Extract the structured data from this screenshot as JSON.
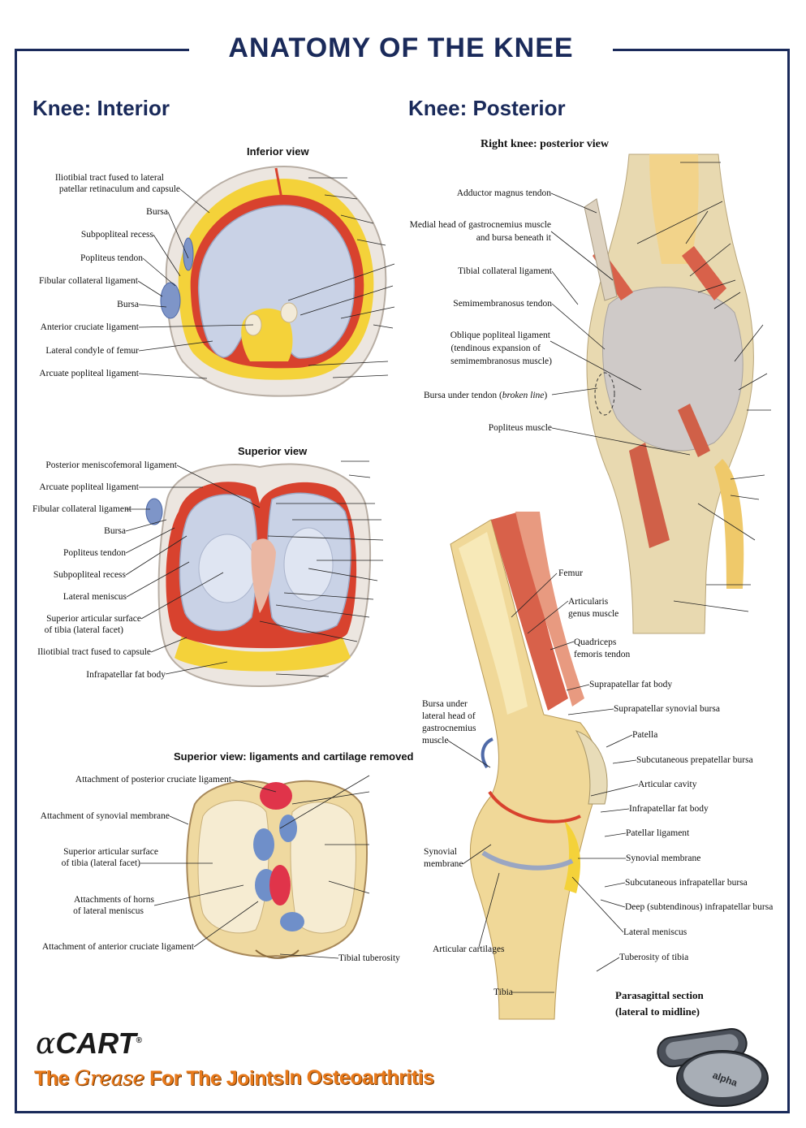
{
  "title": "ANATOMY OF THE KNEE",
  "sections": {
    "interior": "Knee: Interior",
    "posterior": "Knee: Posterior"
  },
  "panels": {
    "inferior": {
      "subtitle": "Inferior view",
      "labels": [
        "Iliotibial tract fused to lateral",
        "patellar retinaculum and capsule",
        "Bursa",
        "Subpopliteal recess",
        "Popliteus tendon",
        "Fibular collateral ligament",
        "Bursa",
        "Anterior cruciate ligament",
        "Lateral condyle of femur",
        "Arcuate popliteal ligament"
      ]
    },
    "superior": {
      "subtitle": "Superior view",
      "labels": [
        "Posterior meniscofemoral ligament",
        "Arcuate popliteal ligament",
        "Fibular collateral ligament",
        "Bursa",
        "Popliteus tendon",
        "Subpopliteal recess",
        "Lateral meniscus",
        "Superior articular surface",
        "of tibia (lateral facet)",
        "Iliotibial tract fused to capsule",
        "Infrapatellar fat body"
      ]
    },
    "removed": {
      "subtitle": "Superior view: ligaments and cartilage removed",
      "labels": [
        "Attachment of posterior cruciate ligament",
        "Attachment of synovial membrane",
        "Superior articular surface",
        "of tibia (lateral facet)",
        "Attachments of horns",
        "of lateral meniscus",
        "Attachment of anterior cruciate ligament",
        "Tibial tuberosity"
      ]
    },
    "posterior": {
      "subtitle": "Right knee: posterior view",
      "labels": [
        "Adductor magnus tendon",
        "Medial head of gastrocnemius muscle",
        "and bursa beneath it",
        "Tibial collateral ligament",
        "Semimembranosus tendon",
        "Oblique popliteal ligament",
        "(tendinous expansion of",
        "semimembranosus muscle)",
        "Bursa under tendon (",
        "broken line",
        ")",
        "Popliteus muscle"
      ]
    },
    "sagittal": {
      "subtitle": "Parasagittal section",
      "subtitle2": "(lateral to midline)",
      "labels": [
        "Femur",
        "Articularis",
        "genus muscle",
        "Quadriceps",
        "femoris tendon",
        "Suprapatellar fat body",
        "Suprapatellar synovial bursa",
        "Bursa under",
        "lateral head of",
        "gastrocnemius",
        "muscle",
        "Patella",
        "Subcutaneous prepatellar bursa",
        "Articular cavity",
        "Infrapatellar fat body",
        "Patellar ligament",
        "Synovial",
        "membrane",
        "Synovial membrane",
        "Subcutaneous infrapatellar bursa",
        "Deep (subtendinous) infrapatellar bursa",
        "Lateral meniscus",
        "Articular cartilages",
        "Tuberosity of tibia",
        "Tibia"
      ]
    }
  },
  "brand": {
    "alpha": "α",
    "name": "CART",
    "mark": "®",
    "slogan_1": "The ",
    "slogan_script": "Grease",
    "slogan_2": " For The Joints",
    "slogan_3": "In Osteoarthritis",
    "pill_text": "alpha"
  },
  "colors": {
    "title": "#1a2a5a",
    "slogan": "#e8791a",
    "cartilage": "#c9d2e6",
    "fat": "#f4d23a",
    "synovial": "#d8422e",
    "bone": "#efd9a0",
    "ligament_attach_red": "#e0344a",
    "ligament_attach_blue": "#6f8fc9"
  }
}
